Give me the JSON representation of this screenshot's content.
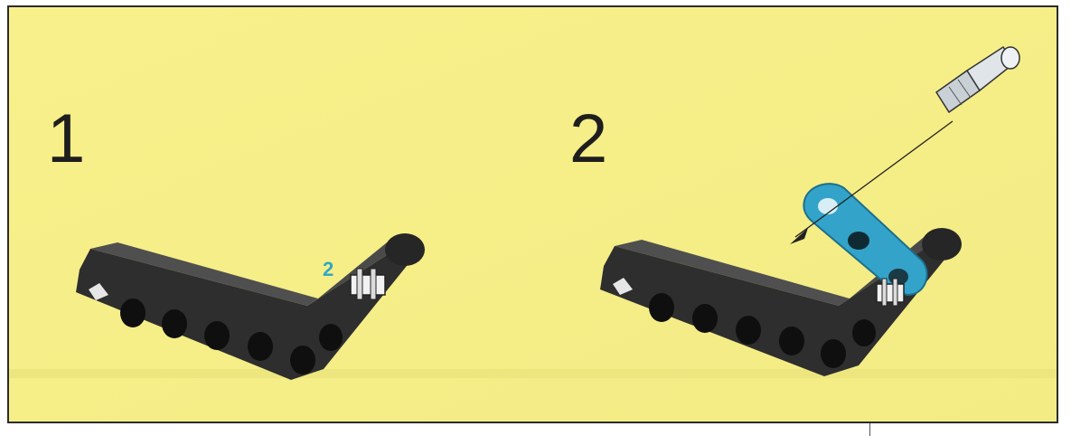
{
  "steps": [
    {
      "number": "1",
      "part_count_label": "2"
    },
    {
      "number": "2"
    }
  ],
  "colors": {
    "background": "#f6ef88",
    "frame": "#2b2b2b",
    "beam": "#2e2e2e",
    "beam_top": "#4a4a4a",
    "link": "#33a3c9",
    "label_accent": "#2fa9c6",
    "pin": "#cfd6da"
  },
  "icons": {
    "step1": [
      "l-beam-icon",
      "friction-pin-icon"
    ],
    "step2": [
      "l-beam-icon",
      "blue-link-icon",
      "axle-pin-icon",
      "insertion-arrow-icon"
    ]
  }
}
